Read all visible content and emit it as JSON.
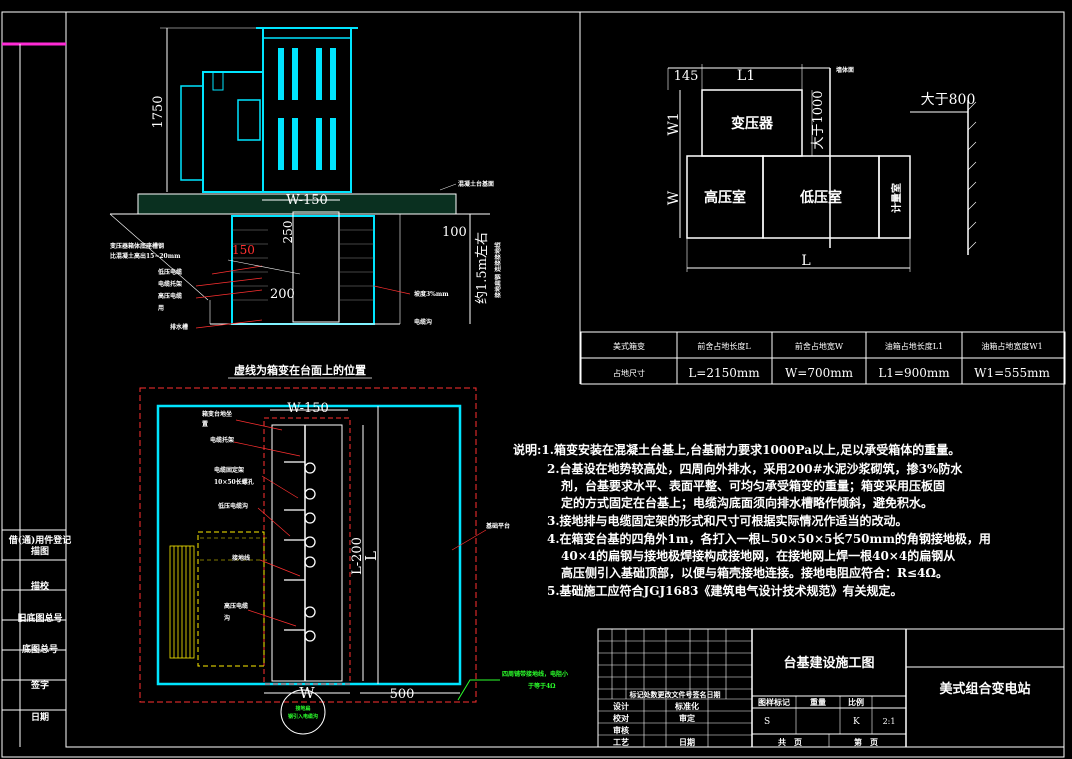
{
  "colors": {
    "bg": "#000000",
    "frame": "#ffffff",
    "cyan": "#00e5ff",
    "red": "#ff3030",
    "magenta": "#ff2bd6",
    "green": "#2bff2b",
    "yellow": "#ffee00"
  },
  "elevation": {
    "caption": "虚线为箱变在台面上的位置",
    "dim_height": "1750",
    "dim_w150": "W-150",
    "dim_250": "250",
    "dim_150": "150",
    "dim_200": "200",
    "dim_100": "100",
    "dim_depth": "约1.5m左右",
    "label_top_right": "混凝土台基面",
    "label_bracket": "变压器箱体底座槽钢",
    "label_bracket2": "比混凝土高出15~20mm",
    "label_ground": "低压电缆",
    "label_support": "电缆托架",
    "label_cable_hv": "高压电缆",
    "label_cable_hv2": "用",
    "label_drain": "排水槽",
    "label_slope": "坡度3%mm",
    "label_trench": "电缆沟",
    "label_ground_vert": "接地扁钢 连接接地线"
  },
  "plan": {
    "dim_w150": "W-150",
    "dim_l200": "L-200",
    "dim_l": "L",
    "dim_w": "W",
    "dim_500": "500",
    "label_1": "箱变台地坐",
    "label_1b": "置",
    "label_2": "电缆托架",
    "label_3": "电缆固定架",
    "label_3b": "10×50长螺孔",
    "label_4": "低压电缆沟",
    "label_5": "接地线",
    "label_6": "高压电缆",
    "label_6b": "沟",
    "label_platform": "基础平台",
    "label_ground_note": "四周铺带接地线，电阻小",
    "label_ground_note2": "于等于4Ω",
    "label_circle": "接地扁",
    "label_circle2": "钢引入电缆沟"
  },
  "layout_diagram": {
    "dim_145": "145",
    "dim_L1": "L1",
    "dim_W1": "W1",
    "dim_W": "W",
    "dim_L": "L",
    "dim_1000": "大于1000",
    "dim_800": "大于800",
    "label_wall": "墙体面",
    "room_transformer": "变压器",
    "room_hv": "高压室",
    "room_lv": "低压室",
    "room_meter": "计量室"
  },
  "table": {
    "headers": [
      "美式箱变",
      "前舍占地长度L",
      "前舍占地宽W",
      "油箱占地长度L1",
      "油箱占地宽度W1"
    ],
    "row_label": "占地尺寸",
    "values": [
      "L=2150mm",
      "W=700mm",
      "L1=900mm",
      "W1=555mm"
    ]
  },
  "notes": {
    "n1": "说明:1.箱变安装在混凝土台基上,台基耐力要求1000Pa以上,足以承受箱体的重量。",
    "n2a": "2.台基设在地势较高处，四周向外排水，采用200#水泥沙浆砌筑，掺3%防水",
    "n2b": "剂，台基要求水平、表面平整、可均匀承受箱变的重量；箱变采用压板固",
    "n2c": "定的方式固定在台基上；电缆沟底面须向排水槽略作倾斜，避免积水。",
    "n3": "3.接地排与电缆固定架的形式和尺寸可根据实际情况作适当的改动。",
    "n4a": "4.在箱变台基的四角外1m，各打入一根∟50×50×5长750mm的角钢接地极，用",
    "n4b": "40×4的扁钢与接地极焊接构成接地网，在接地网上焊一根40×4的扁钢从",
    "n4c": "高压侧引入基础顶部，以便与箱壳接地连接。接地电阻应符合：R≤4Ω。",
    "n5": "5.基础施工应符合JGJ1683《建筑电气设计技术规范》有关规定。"
  },
  "title_block": {
    "drawing_title": "台基建设施工图",
    "project": "美式组合变电站",
    "rev_header": "标记处数更改文件号签名日期",
    "rows_left": [
      "设计",
      "校对",
      "审核",
      "工艺"
    ],
    "rows_mid": [
      "标准化",
      "审定",
      "日期"
    ],
    "stage_label": "图样标记",
    "weight_label": "重量",
    "scale_label": "比例",
    "stage_val": "S",
    "scale_val": "2:1",
    "scale_pre": "K",
    "sheet_total": "共　页",
    "sheet_no": "第　页"
  },
  "side_strip": [
    "借(通)用件登记",
    "描图",
    "描校",
    "旧底图总号",
    "底图总号",
    "签字",
    "日期"
  ]
}
